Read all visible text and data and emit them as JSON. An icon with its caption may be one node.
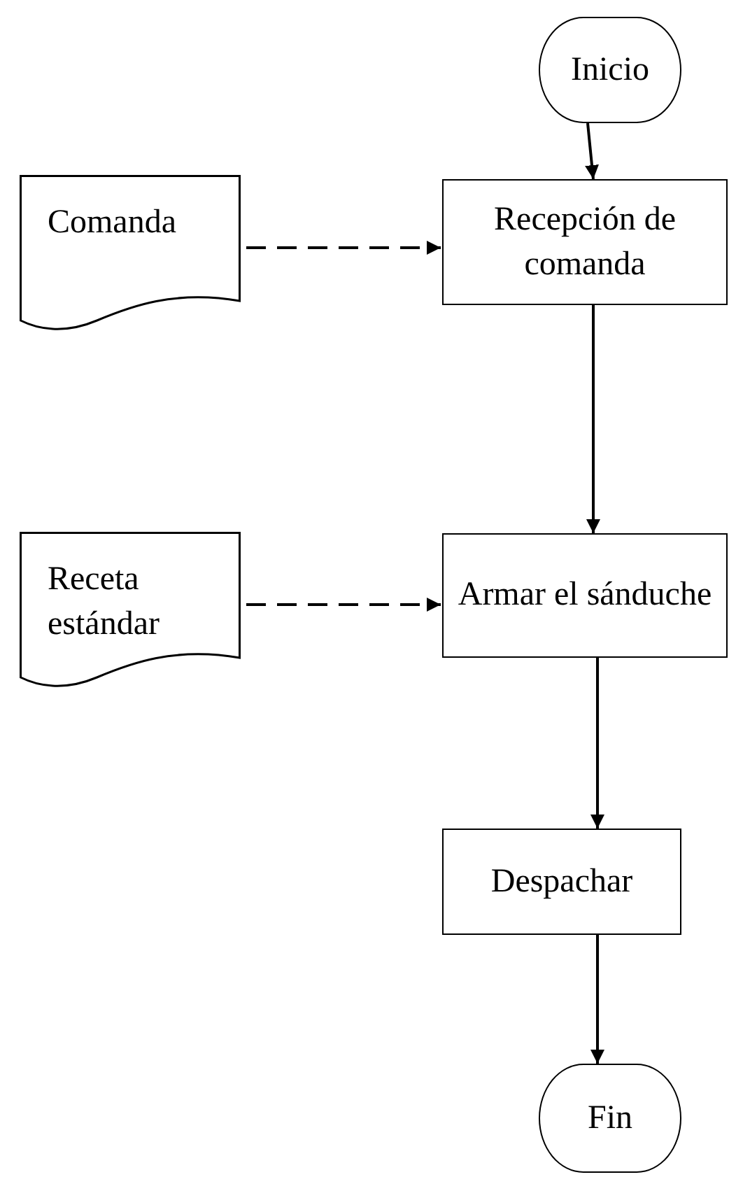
{
  "diagram": {
    "nodes": [
      {
        "text": [
          "Inicio"
        ]
      },
      {
        "text": [
          "Comanda"
        ]
      },
      {
        "text": [
          "Recepción de comanda"
        ]
      },
      {
        "text": [
          "Receta estándar"
        ]
      },
      {
        "text": [
          "Armar el sánduche"
        ]
      },
      {
        "text": [
          "Despachar"
        ]
      },
      {
        "text": [
          "Fin"
        ]
      }
    ],
    "edges": [
      {
        "from": 0,
        "to": 2,
        "arrow": "to"
      },
      {
        "from": 1,
        "to": 2,
        "arrow": "to",
        "style": "dashed"
      },
      {
        "from": 2,
        "to": 4,
        "arrow": "to"
      },
      {
        "from": 3,
        "to": 4,
        "arrow": "to",
        "style": "dashed"
      },
      {
        "from": 4,
        "to": 5,
        "arrow": "to"
      },
      {
        "from": 5,
        "to": 6,
        "arrow": "to"
      }
    ]
  }
}
